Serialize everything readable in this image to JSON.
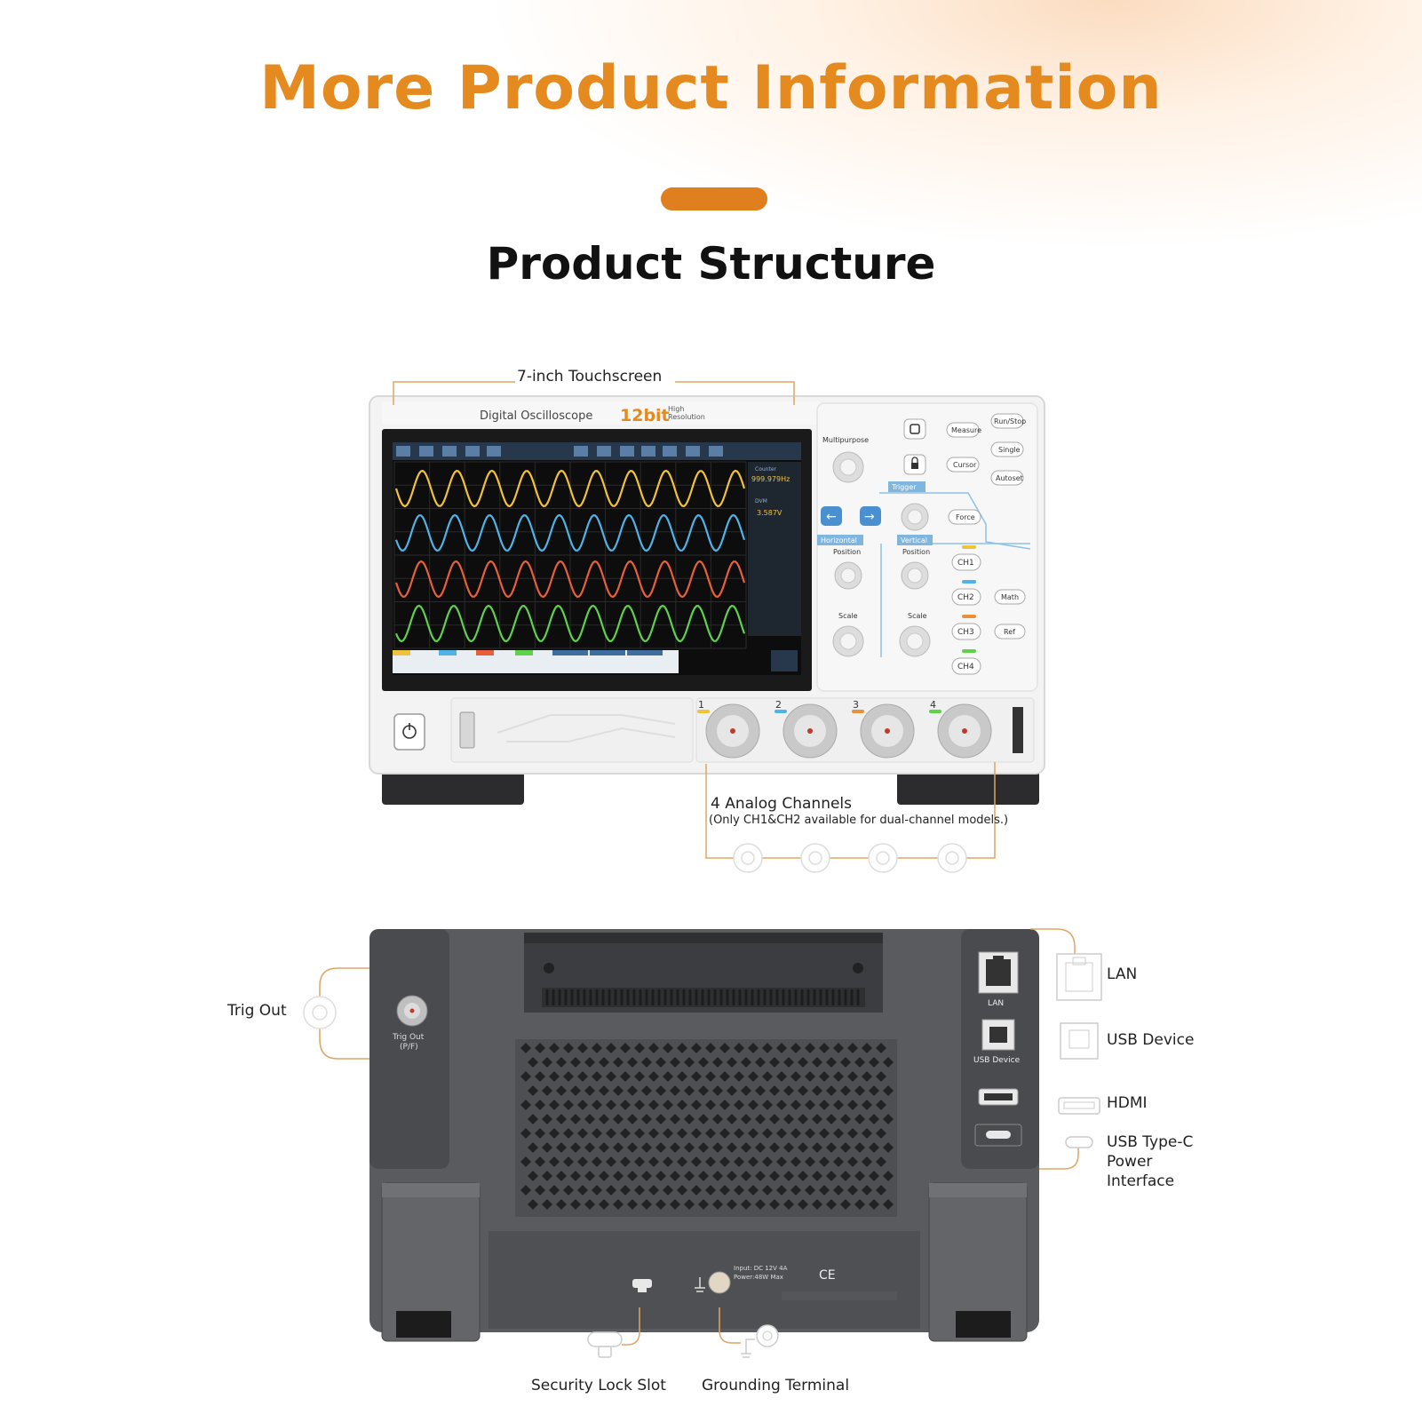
{
  "page": {
    "title": "More Product Information",
    "subtitle": "Product Structure"
  },
  "front": {
    "callout_screen": "7-inch Touchscreen",
    "brand_text": "Digital Oscilloscope",
    "bits_text": "12bit",
    "bits_sub1": "High",
    "bits_sub2": "Resolution",
    "callout_channels": "4 Analog Channels",
    "callout_channels_note": "(Only CH1&CH2 available for dual-channel models.)",
    "knob_labels": {
      "multipurpose": "Multipurpose",
      "trigger": "Trigger",
      "horizontal": "Horizontal",
      "vertical": "Vertical",
      "position": "Position",
      "scale": "Scale"
    },
    "buttons": {
      "measure": "Measure",
      "cursor": "Cursor",
      "run_stop": "Run/Stop",
      "single": "Single",
      "autoset": "Autoset",
      "force": "Force",
      "ch1": "CH1",
      "ch2": "CH2",
      "ch3": "CH3",
      "ch4": "CH4",
      "math": "Math",
      "ref": "Ref"
    },
    "channel_numbers": [
      "1",
      "2",
      "3",
      "4"
    ],
    "screen": {
      "counter_label": "Counter",
      "counter_value": "999.979Hz",
      "dvm_label": "DVM",
      "dvm_value": "3.587V"
    }
  },
  "rear": {
    "trig_out": "Trig Out",
    "trig_out_port": "Trig Out",
    "trig_out_port_sub": "(P/F)",
    "lan": "LAN",
    "lan_port": "LAN",
    "usb_device": "USB Device",
    "usb_device_port": "USB Device",
    "hdmi": "HDMI",
    "usbc_line1": "USB Type-C",
    "usbc_line2": "Power",
    "usbc_line3": "Interface",
    "security_lock": "Security Lock Slot",
    "grounding": "Grounding Terminal",
    "input_rating": "Input: DC 12V 4A",
    "power_rating": "Power:48W Max"
  },
  "colors": {
    "accent": "#e48a1e",
    "callout_line": "#e0a560",
    "ch1": "#f0c23a",
    "ch2": "#4fb3e8",
    "ch3": "#e8603a",
    "ch4": "#5fd14a"
  }
}
